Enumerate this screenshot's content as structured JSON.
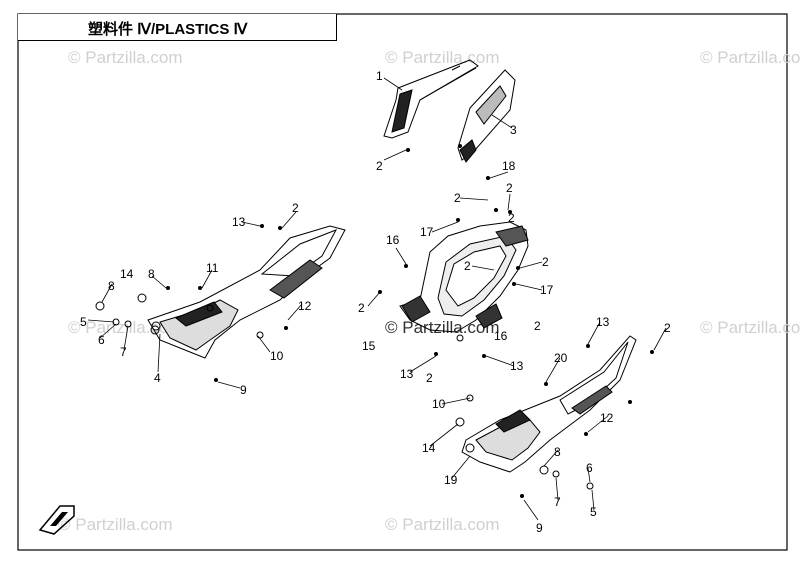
{
  "title": "塑料件 Ⅳ/PLASTICS Ⅳ",
  "watermark": "© Partzilla.com",
  "callouts": [
    "1",
    "2",
    "3",
    "2",
    "18",
    "2",
    "2",
    "17",
    "2",
    "16",
    "2",
    "2",
    "17",
    "2",
    "15",
    "16",
    "13",
    "2",
    "13",
    "13",
    "2",
    "11",
    "14",
    "8",
    "8",
    "5",
    "6",
    "7",
    "4",
    "12",
    "10",
    "9",
    "13",
    "2",
    "20",
    "10",
    "12",
    "14",
    "8",
    "6",
    "7",
    "5",
    "19",
    "9"
  ],
  "colors": {
    "line": "#000000",
    "watermark": "#d0d0d0",
    "background": "#ffffff"
  },
  "icons": {
    "corner_logo": "cfmoto-logo-icon"
  }
}
